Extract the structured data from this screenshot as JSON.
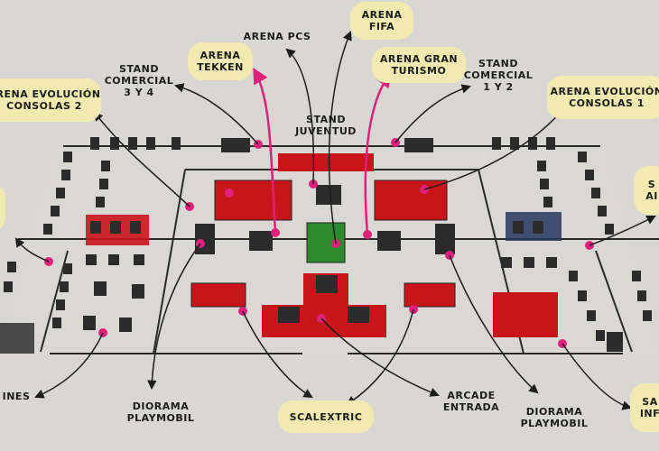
{
  "colors": {
    "background": "#d9d7d4",
    "callout_fill": "#f2eab0",
    "marker": "#e0217c",
    "arrow_pink": "#e0217c",
    "zone_red": "#c9141b",
    "zone_green": "#2c8a2c",
    "aisle_line": "#2a2a2a"
  },
  "labels": {
    "arena_fifa": [
      "ARENA",
      "FIFA"
    ],
    "arena_tekken": [
      "ARENA",
      "TEKKEN"
    ],
    "arena_pcs": "ARENA PCS",
    "arena_gran_turismo": [
      "ARENA GRAN",
      "TURISMO"
    ],
    "stand_comercial_3y4": [
      "STAND",
      "COMERCIAL",
      "3 Y 4"
    ],
    "stand_comercial_1y2": [
      "STAND",
      "COMERCIAL",
      "1 Y 2"
    ],
    "stand_juventud": [
      "STAND",
      "JUVENTUD"
    ],
    "arena_evolucion_2": [
      "ARENA EVOLUCIÓN",
      "CONSOLAS 2"
    ],
    "arena_evolucion_1": [
      "ARENA EVOLUCIÓN",
      "CONSOLAS 1"
    ],
    "right_partial_1": [
      "S",
      "AI"
    ],
    "right_partial_2": [
      "SA",
      "INF"
    ],
    "left_partial": "INES",
    "diorama_left": [
      "DIORAMA",
      "PLAYMOBIL"
    ],
    "diorama_right": [
      "DIORAMA",
      "PLAYMOBIL"
    ],
    "scalextric": "SCALEXTRIC",
    "arcade": [
      "ARCADE",
      "ENTRADA"
    ]
  }
}
